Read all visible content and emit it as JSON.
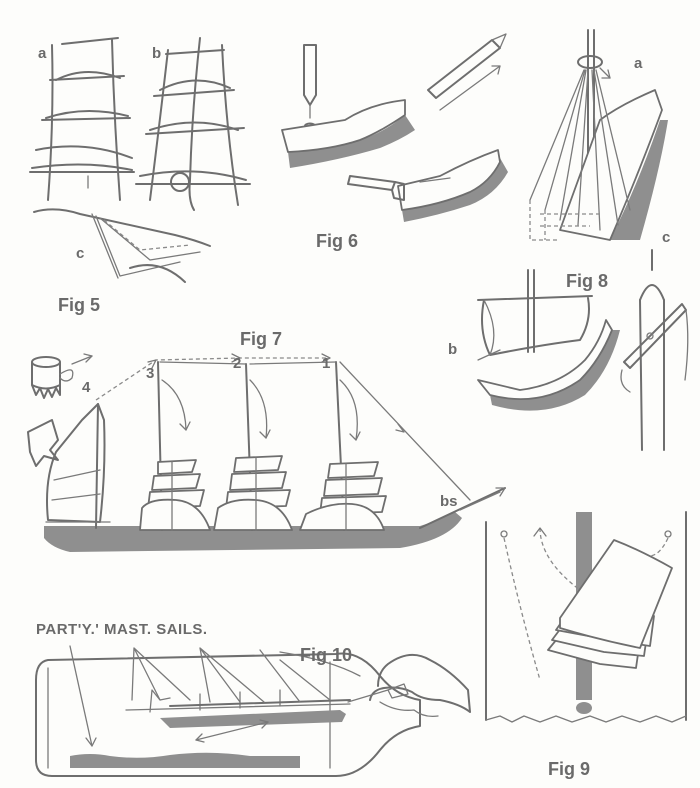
{
  "labels": {
    "fig5": "Fig 5",
    "fig5_a": "a",
    "fig5_b": "b",
    "fig5_c": "c",
    "fig6": "Fig 6",
    "fig7": "Fig 7",
    "fig7_mast1": "1",
    "fig7_mast2": "2",
    "fig7_mast3": "3",
    "fig7_mast4": "4",
    "fig7_bs": "bs",
    "fig8": "Fig 8",
    "fig8_a": "a",
    "fig8_b": "b",
    "fig8_c": "c",
    "fig9": "Fig 9",
    "fig10": "Fig 10",
    "part_y_caption": "PART'Y.' MAST. SAILS."
  }
}
